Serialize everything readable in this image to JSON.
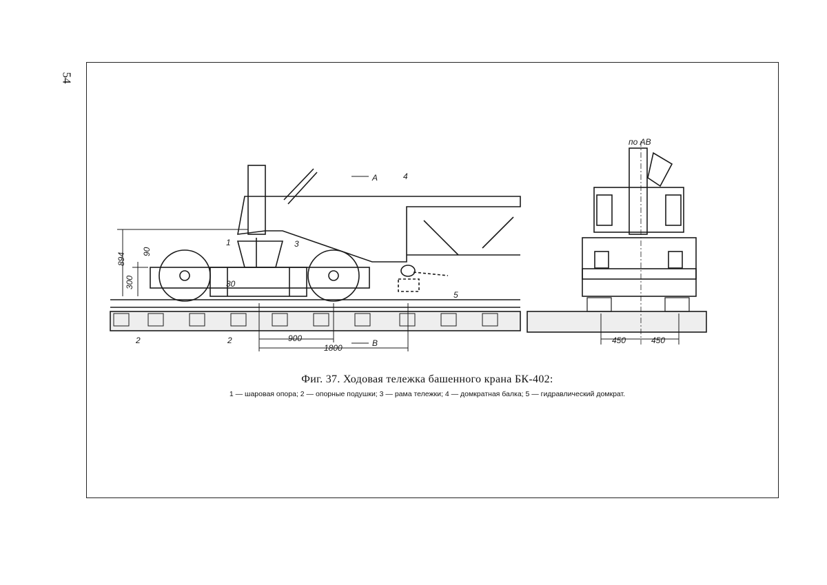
{
  "page_number": "54",
  "figure": {
    "caption": "Фиг. 37. Ходовая тележка башенного крана БК-402:",
    "legend": "1 — шаровая опора; 2 — опорные подушки; 3 — рама тележки;  4 — домкратная балка;  5 — гидравлический домкрат."
  },
  "side_view_labels": {
    "dim_894": "894",
    "dim_90": "90",
    "dim_300": "300",
    "dim_30": "30",
    "dim_900": "900",
    "dim_1800": "1800",
    "section_a": "A",
    "section_b": "B",
    "callout_1": "1",
    "callout_2a": "2",
    "callout_2b": "2",
    "callout_3": "3",
    "callout_4": "4",
    "callout_5": "5"
  },
  "front_view_labels": {
    "section_title": "по AB",
    "dim_left": "450",
    "dim_right": "450"
  }
}
